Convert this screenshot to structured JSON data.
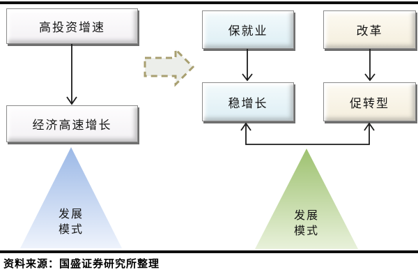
{
  "diagram": {
    "old_model": {
      "top_box": "高投资增速",
      "bottom_box": "经济高速增长",
      "triangle_label": {
        "line1": "发展",
        "line2": "模式"
      }
    },
    "new_model": {
      "top_left_box": "保就业",
      "top_right_box": "改革",
      "bottom_left_box": "稳增长",
      "bottom_right_box": "促转型",
      "triangle_label": {
        "line1": "发展",
        "line2": "模式"
      }
    },
    "footer": {
      "source_note": "资料来源：国盛证券研究所整理"
    },
    "icons": {
      "transition_arrow": "dashed-right-block-arrow-icon"
    },
    "colors": {
      "cyan_box": "#e7f4f8",
      "cream_box": "#faf5ea",
      "white_box": "#f8f6f8",
      "blue_triangle_top": "#9bb8e6",
      "blue_triangle_bottom": "#eef3fc",
      "green_triangle_top": "#9dc16f",
      "green_triangle_bottom": "#e8f1da",
      "dashed_arrow_stroke": "#a89f70",
      "dashed_arrow_fill": "#eceeea",
      "connector_black": "#1a1a1a"
    }
  }
}
